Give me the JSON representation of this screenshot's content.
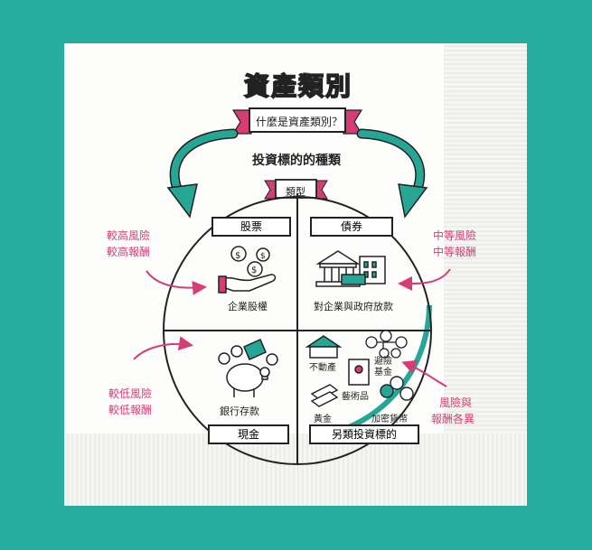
{
  "title": "資產類別",
  "question": "什麼是資產類別？",
  "subtitle": "投資標的的種類",
  "type_label": "類型",
  "quadrants": {
    "stocks": {
      "heading": "股票",
      "caption": "企業股權"
    },
    "bonds": {
      "heading": "債券",
      "caption": "對企業與政府放款"
    },
    "cash": {
      "heading": "現金",
      "caption": "銀行存款"
    },
    "alternatives": {
      "heading": "另類投資標的",
      "items": [
        "不動產",
        "避險基金",
        "藝術品",
        "黃金",
        "加密貨幣"
      ]
    }
  },
  "risk_notes": {
    "stocks": [
      "較高風險",
      "較高報酬"
    ],
    "bonds": [
      "中等風險",
      "中等報酬"
    ],
    "cash": [
      "較低風險",
      "較低報酬"
    ],
    "alternatives": [
      "風險與",
      "報酬各異"
    ]
  },
  "icons": [
    "coins-hand-icon",
    "bank-icon",
    "piggy-bank-icon",
    "house-icon",
    "network-coins-icon",
    "painting-icon",
    "gold-bars-icon",
    "crypto-coins-icon",
    "curved-arrow-icon"
  ],
  "colors": {
    "background": "#27ae9f",
    "accent_pink": "#d63d74",
    "accent_teal": "#26a695",
    "ink": "#222222"
  }
}
